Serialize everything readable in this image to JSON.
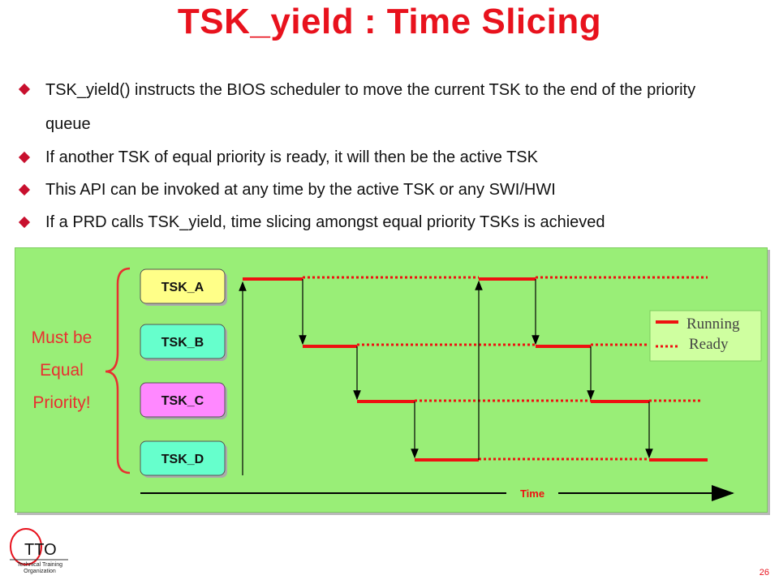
{
  "slide": {
    "title": "TSK_yield : Time Slicing",
    "bullets": [
      "TSK_yield() instructs the BIOS scheduler to move the current TSK to the end of the priority queue",
      "If another TSK of equal priority is ready, it will then be the active TSK",
      "This API can be invoked at any time by the active TSK or any SWI/HWI",
      "If a PRD calls TSK_yield, time slicing amongst equal priority TSKs is achieved"
    ],
    "page_number": "26"
  },
  "diagram": {
    "brace_label_lines": [
      "Must be",
      "Equal",
      "Priority!"
    ],
    "tasks": [
      {
        "label": "TSK_A",
        "color": "#ffff88"
      },
      {
        "label": "TSK_B",
        "color": "#66ffcc"
      },
      {
        "label": "TSK_C",
        "color": "#ff88ff"
      },
      {
        "label": "TSK_D",
        "color": "#66ffcc"
      }
    ],
    "legend": {
      "running": "Running",
      "ready": "Ready"
    },
    "time_label": "Time",
    "colors": {
      "panel": "#99ee77",
      "state_line": "#ee1111",
      "title": "#e8121d",
      "brace_text": "#e83030"
    }
  },
  "logo": {
    "text": "TTO",
    "subtitle": "Technical Training Organization"
  }
}
